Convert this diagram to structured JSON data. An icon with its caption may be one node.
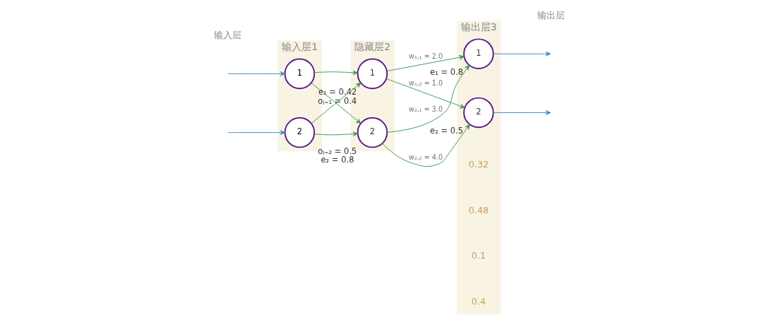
{
  "diagram": {
    "nodes": [
      {
        "text": [
          "输入层1"
        ]
      },
      {
        "text": [
          "1"
        ],
        "in": 0
      },
      {
        "text": [
          "2"
        ],
        "in": 0
      },
      {
        "text": [
          "隐藏层2"
        ]
      },
      {
        "text": [
          "1"
        ],
        "in": 3,
        "beside": [
          "e₁ = 0.42",
          "oⱼ₌₁ = 0.4"
        ]
      },
      {
        "text": [
          "2"
        ],
        "in": 3,
        "beside": [
          "oⱼ₌₂ = 0.5",
          "e₂ = 0.8"
        ]
      },
      {
        "text": [
          "输出层3"
        ]
      },
      {
        "text": [
          "1"
        ],
        "in": 6,
        "beside": [
          "e₁ = 0.8"
        ]
      },
      {
        "text": [
          "2"
        ],
        "in": 6,
        "beside": [
          "e₂ = 0.5"
        ]
      }
    ],
    "edges": [
      {
        "from": null,
        "to": 1,
        "arrow": "to",
        "color": "#3b86c0"
      },
      {
        "from": null,
        "to": 2,
        "arrow": "to",
        "color": "#3b86c0"
      },
      {
        "from": 1,
        "to": 4,
        "arrow": "to"
      },
      {
        "from": 1,
        "to": 5,
        "arrow": "to"
      },
      {
        "from": 2,
        "to": 4,
        "arrow": "to"
      },
      {
        "from": 2,
        "to": 5,
        "arrow": "to"
      },
      {
        "from": 4,
        "to": 7,
        "arrow": "to",
        "label": "w₁,₁ = 2.0"
      },
      {
        "from": 4,
        "to": 8,
        "arrow": "to",
        "label": "w₁,₂ = 1.0"
      },
      {
        "from": 5,
        "to": 7,
        "arrow": "to",
        "label": "w₂,₁ = 3.0"
      },
      {
        "from": 5,
        "to": 8,
        "arrow": "to",
        "label": "w₂,₂ = 4.0"
      },
      {
        "from": 7,
        "to": null,
        "arrow": "to",
        "color": "#3b86c0"
      },
      {
        "from": 8,
        "to": null,
        "arrow": "to",
        "color": "#3b86c0"
      }
    ],
    "labels": [
      "0.32",
      "0.48",
      "输入层",
      "输出层",
      "0.1",
      "0.4"
    ]
  }
}
